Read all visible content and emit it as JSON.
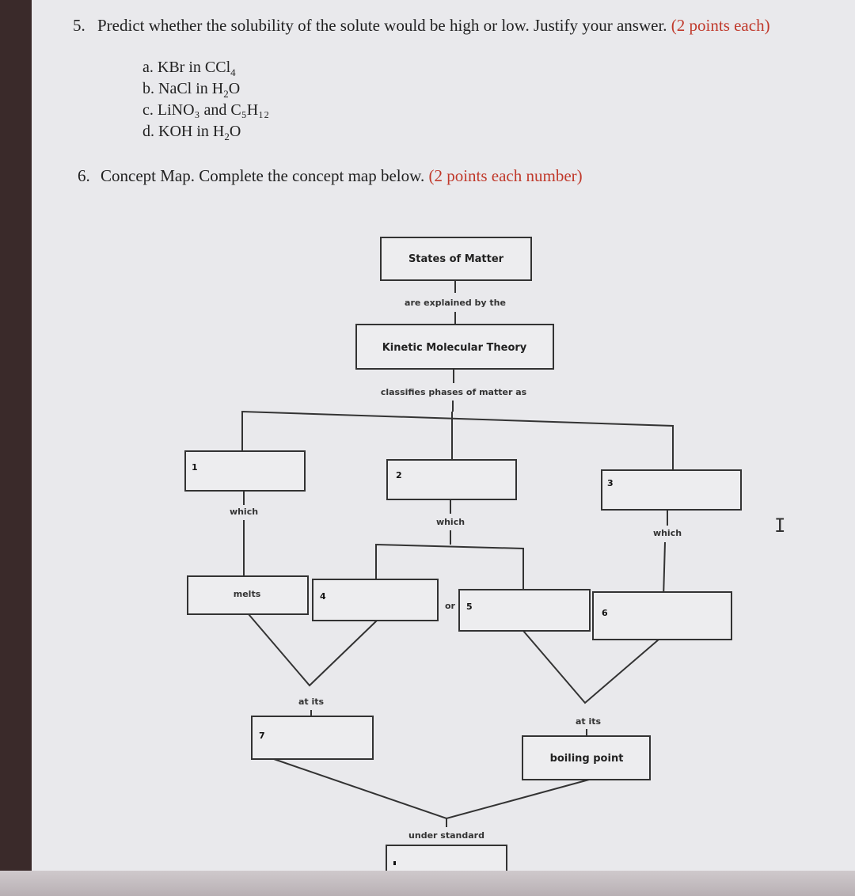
{
  "question5": {
    "number": "5.",
    "text": "Predict whether the solubility of the solute would be high or low. Justify your answer.",
    "points": "(2 points each)",
    "items": [
      {
        "letter": "a.",
        "parts": [
          "KBr in CCl",
          "4",
          ""
        ]
      },
      {
        "letter": "b.",
        "parts": [
          "NaCl in H",
          "2",
          "O"
        ]
      },
      {
        "letter": "c.",
        "text": "LiNO₃ and C₅H₁₂"
      },
      {
        "letter": "d.",
        "parts": [
          "KOH in H",
          "2",
          "O"
        ]
      }
    ]
  },
  "question6": {
    "number": "6.",
    "text": "Concept Map. Complete the concept map below.",
    "points": "(2 points each number)"
  },
  "concept_map": {
    "states_of_matter": "States of Matter",
    "explained_by": "are explained by the",
    "kmt": "Kinetic Molecular Theory",
    "classifies": "classifies phases of matter as",
    "which_1": "which",
    "which_2": "which",
    "which_3": "which",
    "melts": "melts",
    "or": "or",
    "at_its_left": "at its",
    "at_its_right": "at its",
    "boiling_point": "boiling point",
    "under_standard": "under standard",
    "n1": "1",
    "n2": "2",
    "n3": "3",
    "n4": "4",
    "n5": "5",
    "n6": "6",
    "n7": "7"
  },
  "cursor_glyph": "I"
}
